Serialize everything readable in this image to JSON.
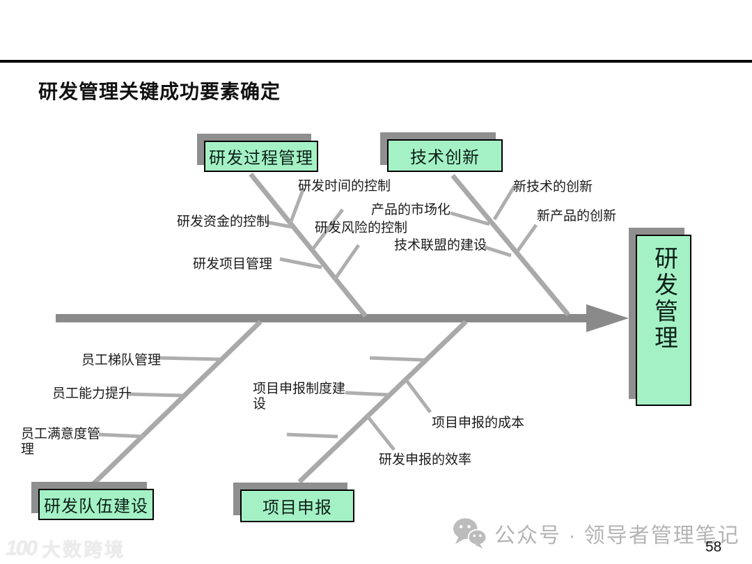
{
  "slide": {
    "title": "研发管理关键成功要素确定",
    "page_number": "58"
  },
  "diagram": {
    "type": "fishbone",
    "effect_label": "研发管理",
    "categories": {
      "process": "研发过程管理",
      "innovation": "技术创新",
      "team": "研发队伍建设",
      "application": "项目申报"
    },
    "factors": {
      "process": [
        "研发时间的控制",
        "研发资金的控制",
        "研发风险的控制",
        "研发项目管理"
      ],
      "innovation": [
        "新技术的创新",
        "产品的市场化",
        "新产品的创新",
        "技术联盟的建设"
      ],
      "team": [
        "员工梯队管理",
        "员工能力提升",
        "员工满意度管理"
      ],
      "application": [
        "项目申报制度建设",
        "项目申报的成本",
        "研发申报的效率"
      ]
    }
  },
  "footer": {
    "wechat_label": "公众号 · 领导者管理笔记",
    "watermark_logo": "100",
    "watermark_text": "大数跨境"
  },
  "colors": {
    "box_fill": "#a5f1c6",
    "box_shadow": "#8f8f8f",
    "spine": "#8a8a8a",
    "bone": "#a9a9a9",
    "tick": "#aeaeae"
  }
}
